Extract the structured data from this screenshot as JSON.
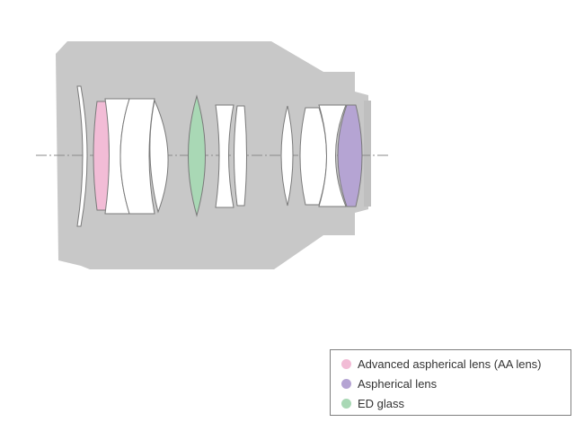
{
  "colors": {
    "barrel": "#c8c8c8",
    "glass": "#ffffff",
    "aa_lens": "#f2bcd6",
    "aspherical": "#b5a4d3",
    "ed_glass": "#a9d8b5",
    "axis": "#8a8a8a"
  },
  "legend": {
    "items": [
      {
        "label": "Advanced aspherical lens (AA lens)",
        "color": "#f2bcd6"
      },
      {
        "label": "Aspherical lens",
        "color": "#b5a4d3"
      },
      {
        "label": "ED glass",
        "color": "#a9d8b5"
      }
    ]
  }
}
